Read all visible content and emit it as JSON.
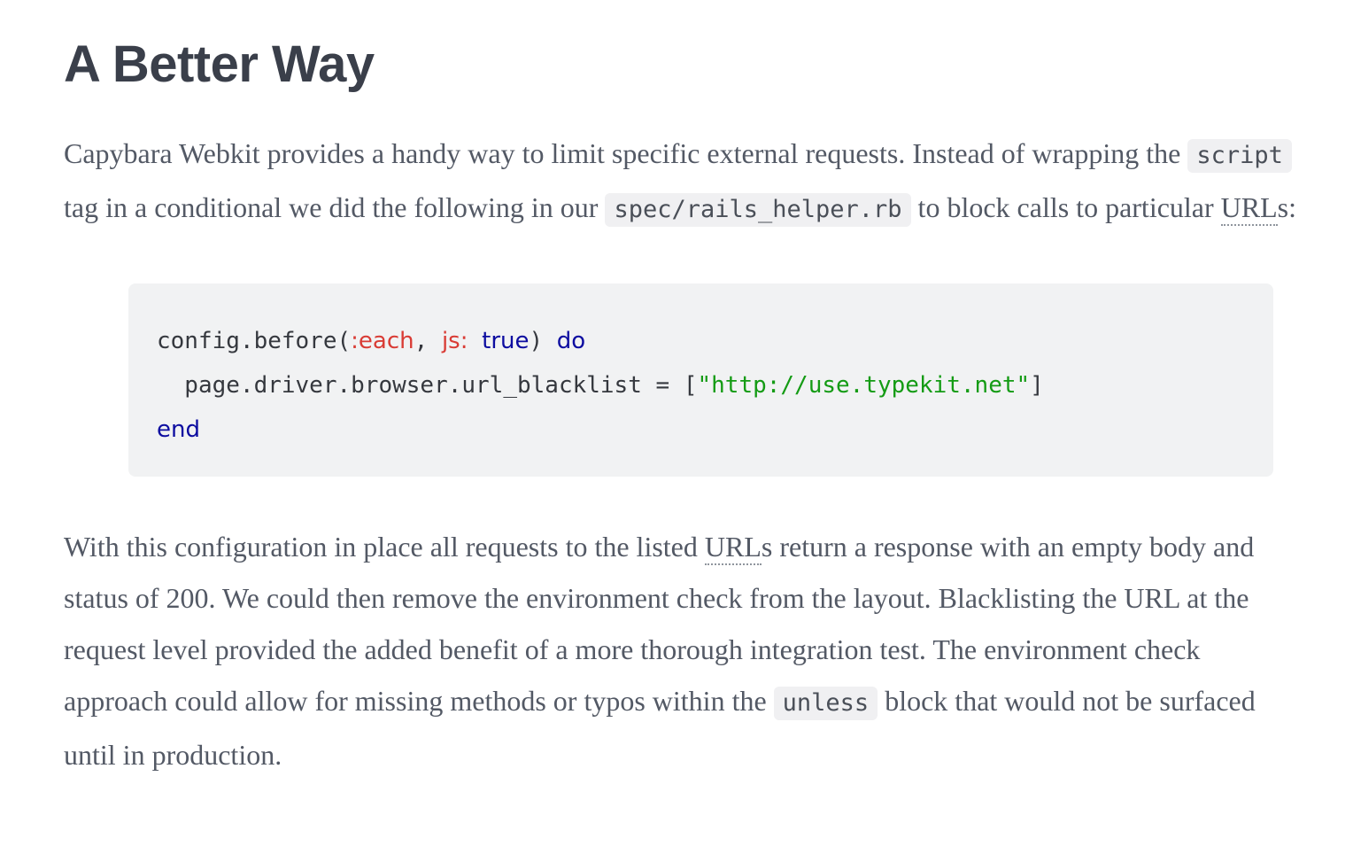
{
  "article": {
    "title": "A Better Way",
    "intro": {
      "text_1": "Capybara Webkit provides a handy way to limit specific external requests. Instead of wrapping the ",
      "inline_code_script": "script",
      "text_2": " tag in a conditional we did the following in our ",
      "inline_code_rails_helper": "spec/rails_helper.rb",
      "text_3": " to block calls to particular ",
      "abbr_url": "URL",
      "text_4": "s:"
    },
    "code_block": {
      "language": "ruby",
      "line1": {
        "plain_1": "config.before(",
        "symbol_1": ":each",
        "plain_2": ", ",
        "symbol_2": "js:",
        "plain_3": " ",
        "keyword_1": "true",
        "plain_4": ") ",
        "keyword_2": "do"
      },
      "line2": {
        "plain_1": "  page.driver.browser.url_blacklist = [",
        "string_1": "\"http://use.typekit.net\"",
        "plain_2": "]"
      },
      "line3": {
        "keyword_1": "end"
      }
    },
    "outro": {
      "text_1": "With this configuration in place all requests to the listed ",
      "abbr_url": "URL",
      "text_2": "s return a response with an empty body and status of 200. We could then remove the environment check from the layout. Blacklisting the URL at the request level provided the added benefit of a more thorough integration test. The environment check approach could allow for missing methods or typos within the ",
      "inline_code_unless": "unless",
      "text_3": " block that would not be surfaced until in production."
    },
    "colors": {
      "heading": "#3a3f4a",
      "body_text": "#535965",
      "code_plain": "#35383e",
      "code_symbol_red": "#d93c35",
      "code_keyword_navy": "#0d0da0",
      "code_string_green": "#149b14",
      "code_block_bg": "#f1f2f3",
      "inline_code_bg": "#f0f0f2",
      "abbr_dotted_underline": "#8f959d"
    }
  }
}
